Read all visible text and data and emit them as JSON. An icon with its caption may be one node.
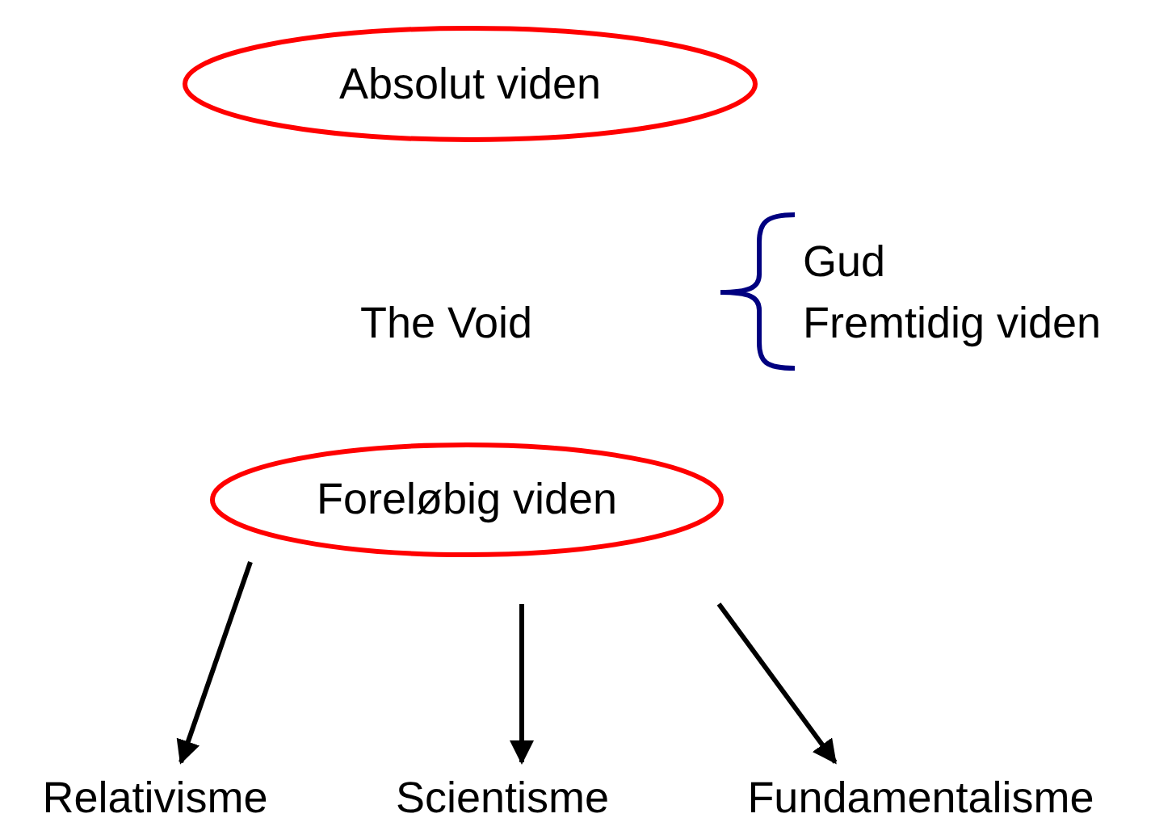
{
  "diagram": {
    "nodes": [
      {
        "text": [
          "Absolut viden"
        ]
      },
      {
        "text": [
          "Foreløbig viden"
        ]
      },
      {
        "text": [
          "Relativisme"
        ]
      },
      {
        "text": [
          "Scientisme"
        ]
      },
      {
        "text": [
          "Fundamentalisme"
        ]
      }
    ],
    "edges": [
      {
        "from": 1,
        "to": 2,
        "arrow": "to"
      },
      {
        "from": 1,
        "to": 3,
        "arrow": "to"
      },
      {
        "from": 1,
        "to": 4,
        "arrow": "to"
      }
    ],
    "labels": [
      "The Void",
      "Gud",
      "Fremtidig viden"
    ]
  }
}
